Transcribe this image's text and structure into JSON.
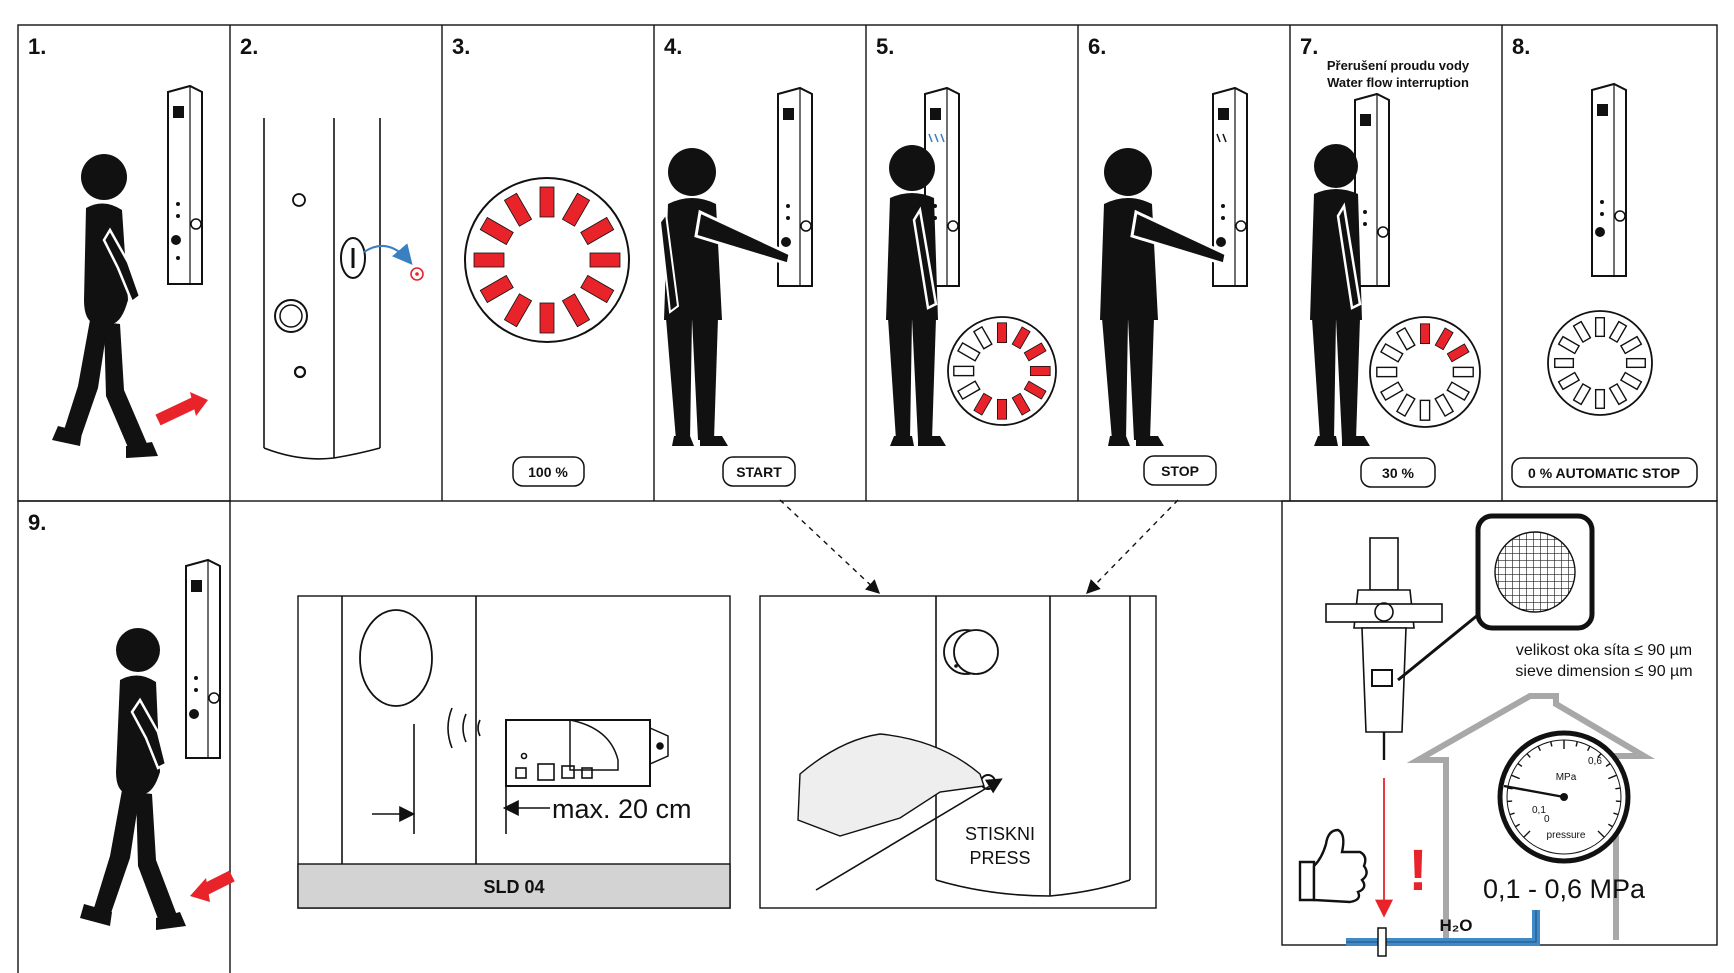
{
  "steps": [
    {
      "num": "1."
    },
    {
      "num": "2."
    },
    {
      "num": "3.",
      "pill": "100 %",
      "active_segments": 12
    },
    {
      "num": "4.",
      "pill": "START"
    },
    {
      "num": "5.",
      "active_segments": 8
    },
    {
      "num": "6.",
      "pill": "STOP"
    },
    {
      "num": "7.",
      "title_cz": "Přerušení proudu vody",
      "title_en": "Water flow interruption",
      "pill": "30 %",
      "active_segments": 3
    },
    {
      "num": "8.",
      "pill": "0 % AUTOMATIC STOP",
      "active_segments": 0
    },
    {
      "num": "9."
    }
  ],
  "sensor_panel": {
    "caption": "SLD 04",
    "distance_label": "max. 20 cm"
  },
  "press_panel": {
    "line1": "STISKNI",
    "line2": "PRESS"
  },
  "filter_panel": {
    "mesh_cz": "velikost oka síta ≤ 90 µm",
    "mesh_en": "sieve dimension ≤ 90 µm",
    "gauge_unit": "MPa",
    "gauge_label": "pressure",
    "gauge_ticks": [
      "0",
      "0,1",
      "0,6"
    ],
    "pressure_range": "0,1 - 0,6 MPa",
    "water_label": "H₂O",
    "warning": "!"
  },
  "colors": {
    "accent_red": "#e8242a",
    "pipe_blue": "#3f89c7",
    "house_gray": "#a8a8a8",
    "caption_bg": "#d3d3d3"
  }
}
